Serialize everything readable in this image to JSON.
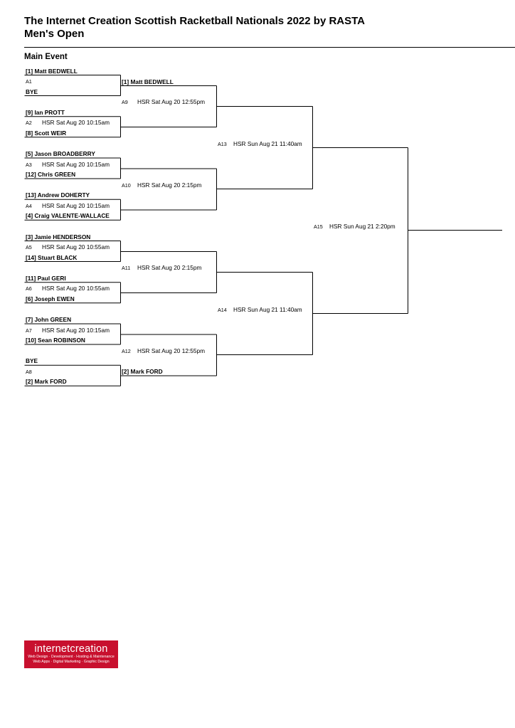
{
  "header": {
    "title": "The Internet Creation Scottish Racketball Nationals 2022 by RASTA",
    "subtitle": "Men's Open",
    "event": "Main Event"
  },
  "round1": [
    {
      "code": "A1",
      "info": "",
      "p1": "[1] Matt BEDWELL",
      "p2": "BYE"
    },
    {
      "code": "A2",
      "info": "HSR Sat Aug 20 10:15am",
      "p1": "[9] Ian PROTT",
      "p2": "[8] Scott WEIR"
    },
    {
      "code": "A3",
      "info": "HSR Sat Aug 20 10:15am",
      "p1": "[5] Jason BROADBERRY",
      "p2": "[12] Chris GREEN"
    },
    {
      "code": "A4",
      "info": "HSR Sat Aug 20 10:15am",
      "p1": "[13] Andrew DOHERTY",
      "p2": "[4] Craig VALENTE-WALLACE"
    },
    {
      "code": "A5",
      "info": "HSR Sat Aug 20 10:55am",
      "p1": "[3] Jamie HENDERSON",
      "p2": "[14] Stuart BLACK"
    },
    {
      "code": "A6",
      "info": "HSR Sat Aug 20 10:55am",
      "p1": "[11] Paul GERI",
      "p2": "[6] Joseph EWEN"
    },
    {
      "code": "A7",
      "info": "HSR Sat Aug 20 10:15am",
      "p1": "[7] John GREEN",
      "p2": "[10] Sean ROBINSON"
    },
    {
      "code": "A8",
      "info": "",
      "p1": "BYE",
      "p2": "[2] Mark FORD"
    }
  ],
  "round2": [
    {
      "code": "A9",
      "info": "HSR Sat Aug 20 12:55pm",
      "p1": "[1] Matt BEDWELL",
      "p2": ""
    },
    {
      "code": "A10",
      "info": "HSR Sat Aug 20 2:15pm",
      "p1": "",
      "p2": ""
    },
    {
      "code": "A11",
      "info": "HSR Sat Aug 20 2:15pm",
      "p1": "",
      "p2": ""
    },
    {
      "code": "A12",
      "info": "HSR Sat Aug 20 12:55pm",
      "p1": "",
      "p2": "[2] Mark FORD"
    }
  ],
  "round3": [
    {
      "code": "A13",
      "info": "HSR Sun Aug 21 11:40am"
    },
    {
      "code": "A14",
      "info": "HSR Sun Aug 21 11:40am"
    }
  ],
  "final": {
    "code": "A15",
    "info": "HSR Sun Aug 21 2:20pm"
  },
  "logo": {
    "word": "internetcreation",
    "tag1": "Web Design · Development · Hosting & Maintenance",
    "tag2": "Web Apps · Digital Marketing · Graphic Design",
    "color": "#c8102e"
  }
}
